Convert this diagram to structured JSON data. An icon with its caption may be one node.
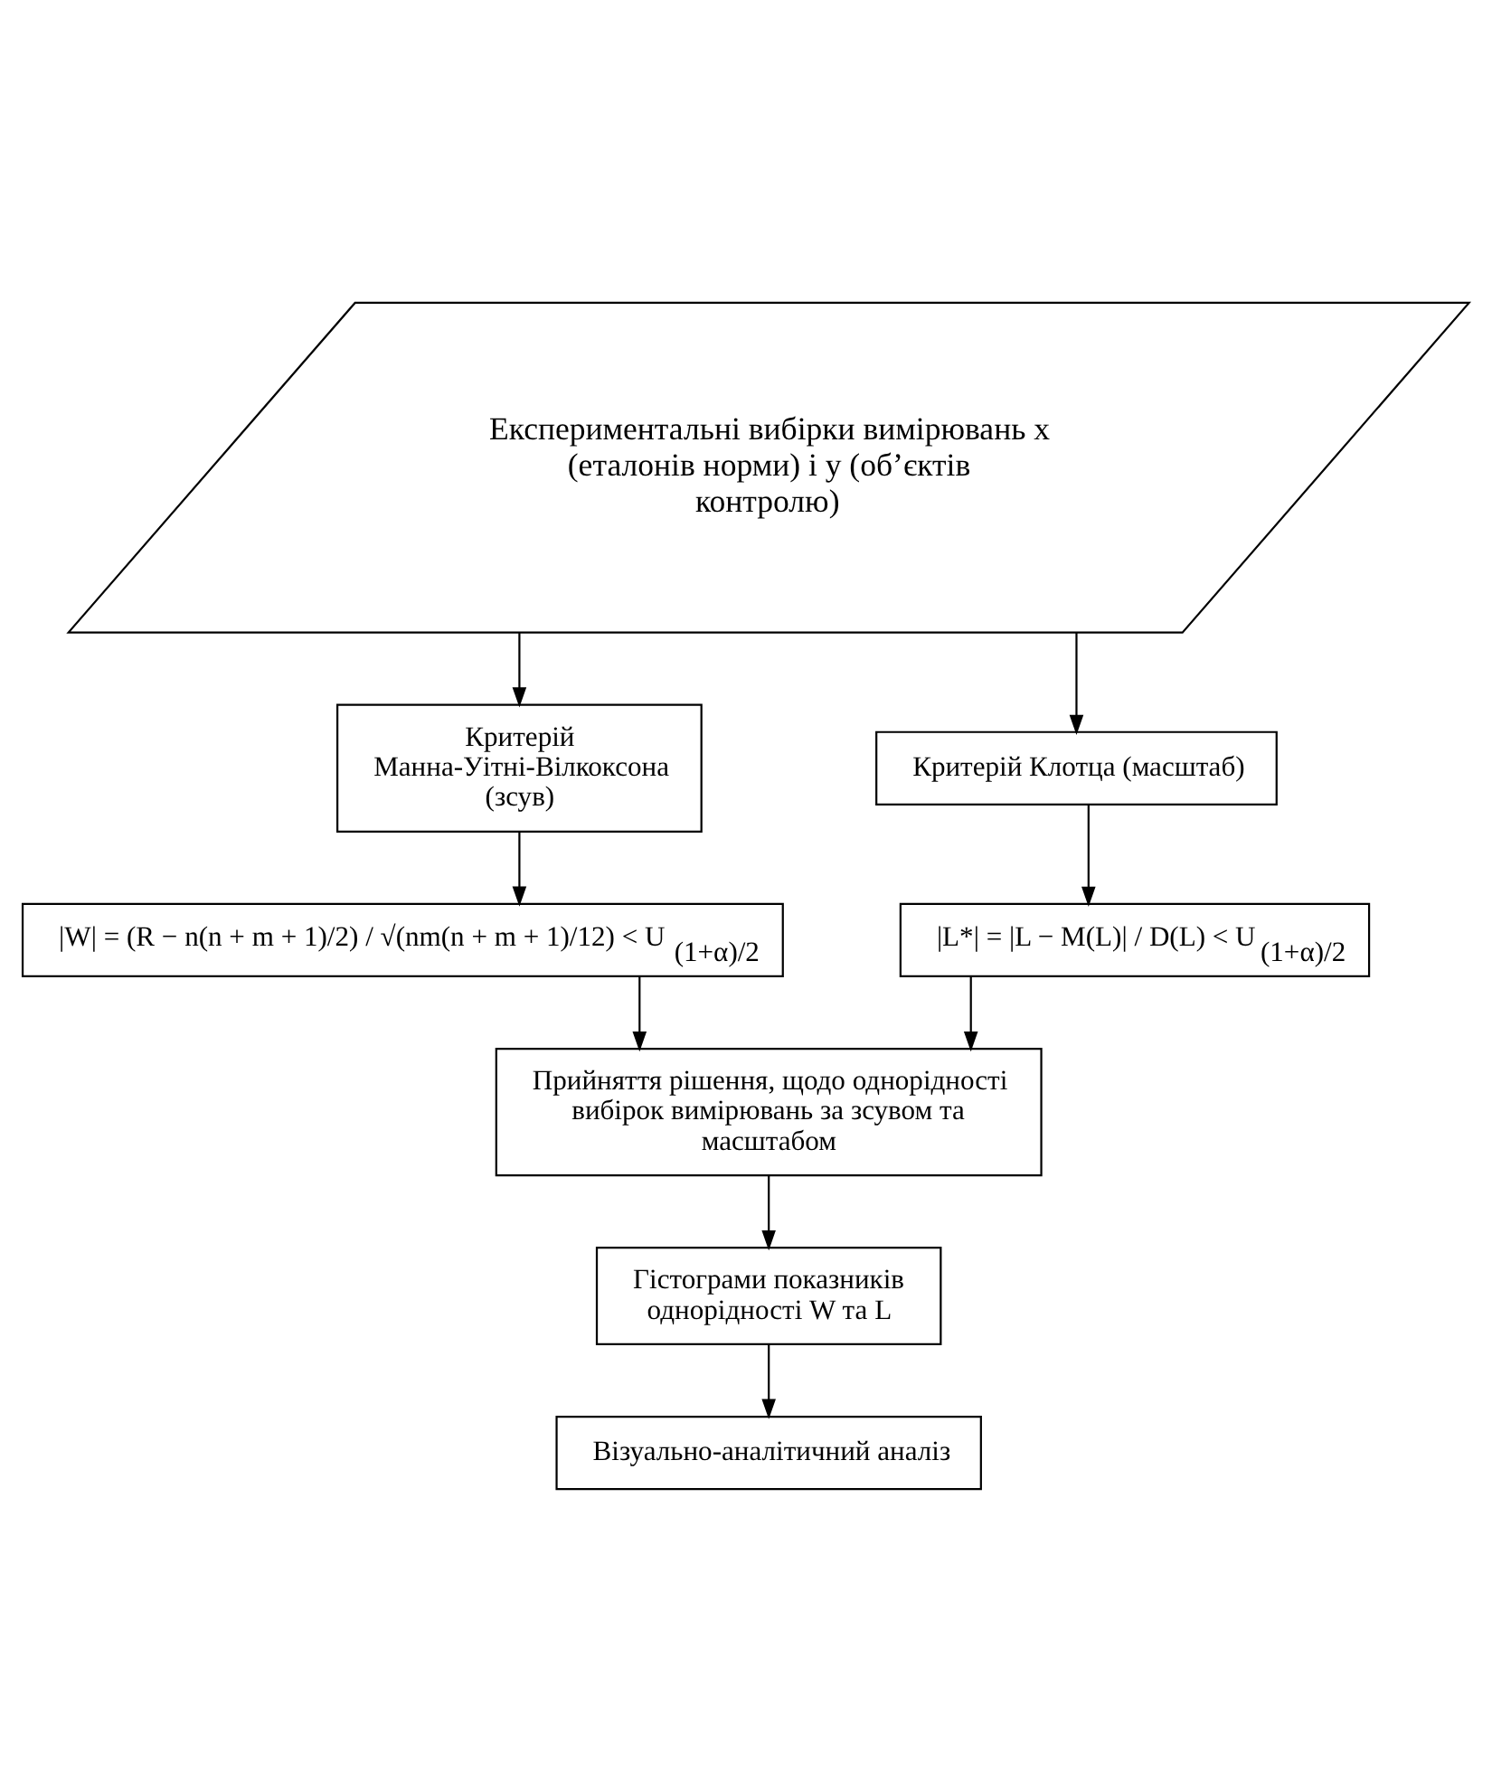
{
  "diagram": {
    "nodes": [
      {
        "text": [
          "Експериментальні вибірки вимірювань x (еталонів норми) і y (об’єктів контролю)"
        ]
      },
      {
        "text": [
          "Критерій Манна-Уітні-Вілкоксона (зсув)"
        ]
      },
      {
        "text": [
          "Критерій Клотца (масштаб)"
        ]
      },
      {
        "text": [
          "|W| = (R − n(n + m + 1)/2) / √(nm(n + m + 1)/12) < U$_{(1+α)/2}$"
        ]
      },
      {
        "text": [
          "|L*| = |L − M(L)| / D(L) < U$_{(1+α)/2}$"
        ]
      },
      {
        "text": [
          "Прийняття рішення, щодо однорідності вибірок вимірювань за зсувом та масштабом"
        ]
      },
      {
        "text": [
          "Гістограми показників однорідності W та L"
        ]
      },
      {
        "text": [
          "Візуально-аналітичний аналіз"
        ]
      }
    ],
    "edges": [
      {
        "from": 0,
        "to": 1,
        "arrow": "to"
      },
      {
        "from": 0,
        "to": 2,
        "arrow": "to"
      },
      {
        "from": 1,
        "to": 3,
        "arrow": "to"
      },
      {
        "from": 2,
        "to": 4,
        "arrow": "to"
      },
      {
        "from": 3,
        "to": 5,
        "arrow": "to"
      },
      {
        "from": 4,
        "to": 5,
        "arrow": "to"
      },
      {
        "from": 5,
        "to": 6,
        "arrow": "to"
      },
      {
        "from": 6,
        "to": 7,
        "arrow": "to"
      }
    ]
  }
}
